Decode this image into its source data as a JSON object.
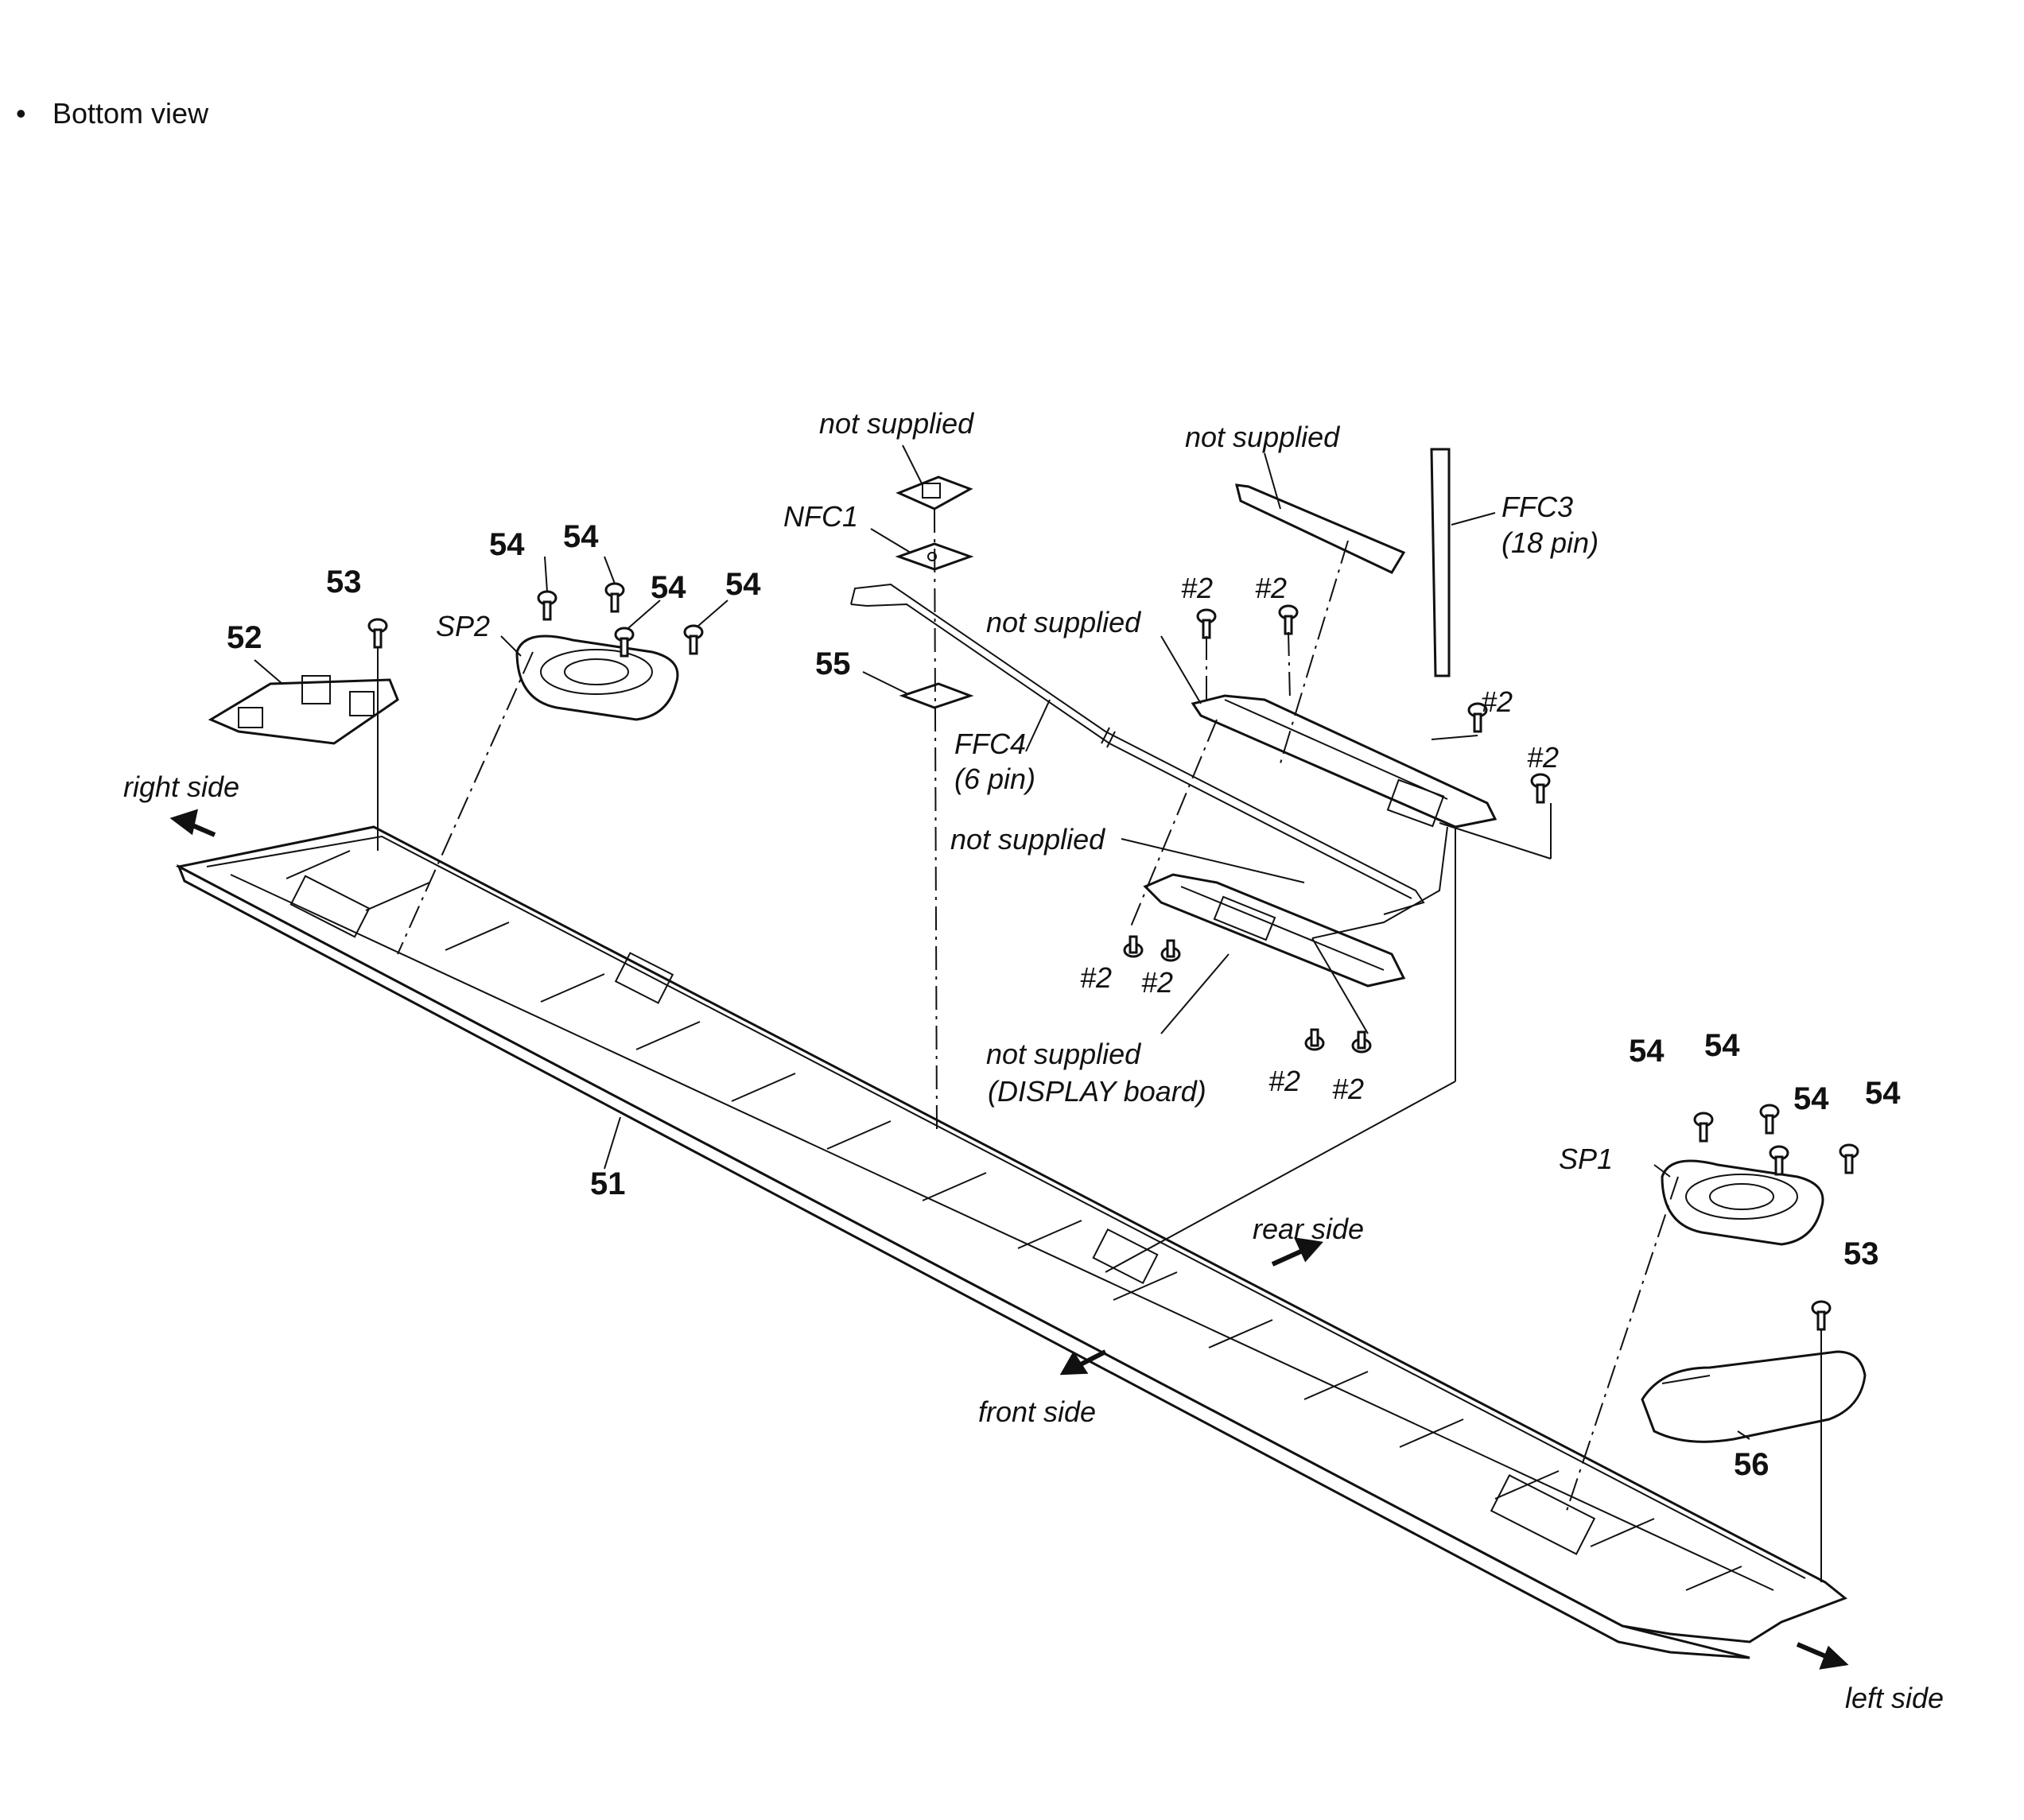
{
  "header": {
    "bullet": "•",
    "view_title": "Bottom view"
  },
  "directions": {
    "right": "right side",
    "left": "left side",
    "rear": "rear side",
    "front": "front side"
  },
  "parts": {
    "p51": "51",
    "p52": "52",
    "p53a": "53",
    "p53b": "53",
    "p54_1": "54",
    "p54_2": "54",
    "p54_3": "54",
    "p54_4": "54",
    "p54_5": "54",
    "p54_6": "54",
    "p54_7": "54",
    "p54_8": "54",
    "p55": "55",
    "p56": "56"
  },
  "refs": {
    "sp1": "SP1",
    "sp2": "SP2",
    "nfc1": "NFC1",
    "ffc3": "FFC3",
    "ffc3_pin": "(18 pin)",
    "ffc4": "FFC4",
    "ffc4_pin": "(6 pin)",
    "screw": "#2"
  },
  "notes": {
    "ns_top": "not supplied",
    "ns_top_right": "not supplied",
    "ns_bracket": "not supplied",
    "ns_middle": "not supplied",
    "ns_display": "not supplied",
    "display_board": "(DISPLAY board)"
  }
}
